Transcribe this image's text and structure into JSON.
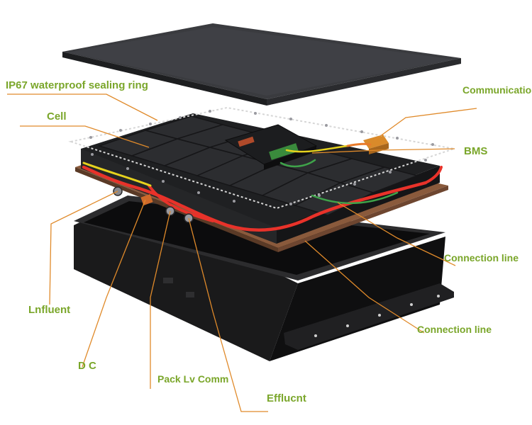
{
  "labels": {
    "sealing_ring": "IP67 waterproof sealing ring",
    "cell": "Cell",
    "communication": "Communication",
    "bms": "BMS",
    "connection_line_1": "Connection line",
    "connection_line_2": "Connection line",
    "influent": "Lnfluent",
    "dc": "D C",
    "pack_lv_comm": "Pack Lv Comm",
    "effluent": "Efflucnt"
  },
  "colors": {
    "label_text": "#7aa62a",
    "leader_line": "#e08a2a",
    "cable_red": "#e8322a",
    "cable_yellow": "#e6d21e",
    "cable_green": "#3fa34a",
    "lid": "#2f3033",
    "tray": "#161616",
    "cell_top": "#2a2b2e"
  }
}
